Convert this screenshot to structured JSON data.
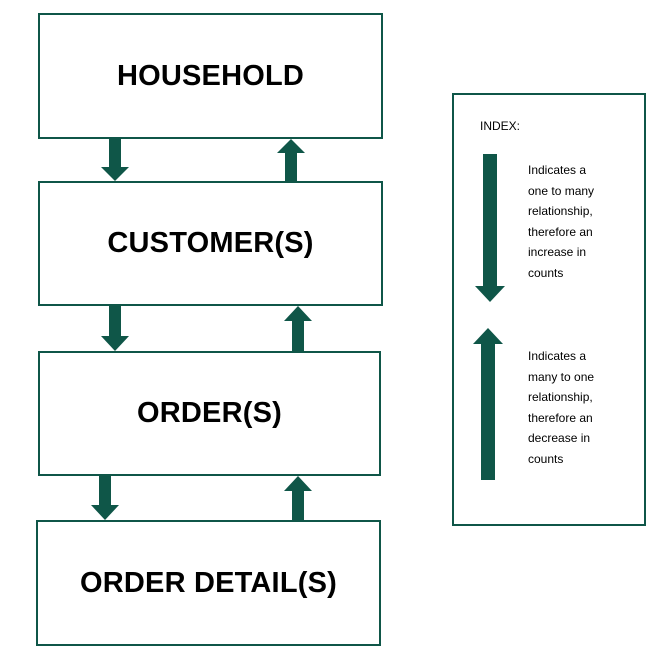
{
  "diagram": {
    "colors": {
      "border": "#0f5648",
      "arrow": "#0f5648",
      "text": "#000000"
    },
    "boxes": [
      {
        "id": "household",
        "label": "HOUSEHOLD"
      },
      {
        "id": "customer",
        "label": "CUSTOMER(S)"
      },
      {
        "id": "order",
        "label": "ORDER(S)"
      },
      {
        "id": "order_detail",
        "label": "ORDER DETAIL(S)"
      }
    ],
    "connectors": [
      {
        "from": "household",
        "to": "customer",
        "directions": [
          "down",
          "up"
        ]
      },
      {
        "from": "customer",
        "to": "order",
        "directions": [
          "down",
          "up"
        ]
      },
      {
        "from": "order",
        "to": "order_detail",
        "directions": [
          "down",
          "up"
        ]
      }
    ]
  },
  "index": {
    "title": "INDEX:",
    "entries": [
      {
        "icon": "arrow-down-icon",
        "lines": [
          "Indicates a",
          "one to many",
          "relationship,",
          "therefore an",
          "increase in",
          "counts"
        ]
      },
      {
        "icon": "arrow-up-icon",
        "lines": [
          "Indicates a",
          "many to one",
          "relationship,",
          "therefore an",
          "decrease in",
          "counts"
        ]
      }
    ]
  }
}
